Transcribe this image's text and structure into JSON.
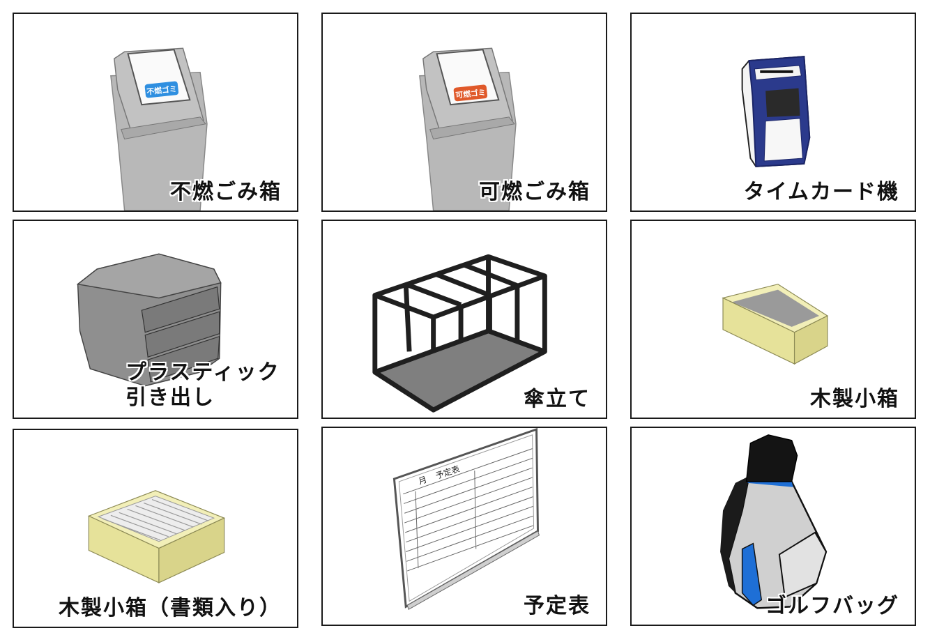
{
  "tiles": [
    {
      "id": "burnable-not",
      "label": "不燃ごみ箱",
      "sticker": "不燃ゴミ",
      "sticker_color": "#2f8fe0"
    },
    {
      "id": "burnable",
      "label": "可燃ごみ箱",
      "sticker": "可燃ゴミ",
      "sticker_color": "#e0592a"
    },
    {
      "id": "timecard",
      "label": "タイムカード機"
    },
    {
      "id": "drawer",
      "label_line1": "プラスティック",
      "label_line2": "引き出し"
    },
    {
      "id": "umbrella",
      "label": "傘立て"
    },
    {
      "id": "woodbox",
      "label": "木製小箱"
    },
    {
      "id": "woodbox-docs",
      "label": "木製小箱（書類入り）"
    },
    {
      "id": "schedule",
      "label": "予定表",
      "board_month": "月",
      "board_title": "予定表"
    },
    {
      "id": "golfbag",
      "label": "ゴルフバッグ"
    }
  ],
  "colors": {
    "trash_gray": "#b3b3b3",
    "timecard_blue": "#2b3a8c",
    "wood": "#e6e29a",
    "bag_blue": "#1e6fd6"
  }
}
